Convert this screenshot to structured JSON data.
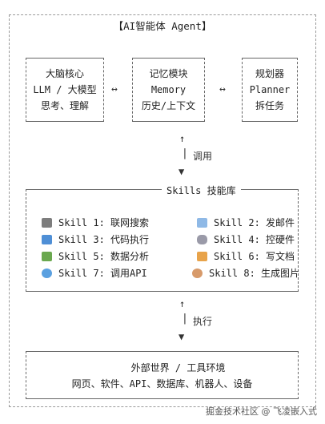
{
  "title": "【AI智能体 Agent】",
  "brain": {
    "lines": [
      "大脑核心",
      "LLM / 大模型",
      "思考、理解"
    ]
  },
  "memory": {
    "lines": [
      "记忆模块",
      "Memory",
      "历史/上下文"
    ]
  },
  "planner": {
    "lines": [
      "规划器",
      "Planner",
      "拆任务"
    ]
  },
  "arrow_lr": "↔",
  "flow1": {
    "up": "↑",
    "label": "调用",
    "down": "▼"
  },
  "skills": {
    "title": "Skills 技能库",
    "items": [
      {
        "label": "Skill 1: 联网搜索",
        "icon": "tools-icon",
        "color": "#7d7d7d"
      },
      {
        "label": "Skill 2: 发邮件",
        "icon": "mail-icon",
        "color": "#8fb9e6"
      },
      {
        "label": "Skill 3: 代码执行",
        "icon": "computer-icon",
        "color": "#4f8fd6"
      },
      {
        "label": "Skill 4: 控硬件",
        "icon": "robot-icon",
        "color": "#9a9aa8"
      },
      {
        "label": "Skill 5: 数据分析",
        "icon": "chart-icon",
        "color": "#6aa84f"
      },
      {
        "label": "Skill 6: 写文档",
        "icon": "memo-icon",
        "color": "#e8a34a"
      },
      {
        "label": "Skill 7: 调用API",
        "icon": "globe-icon",
        "color": "#5aa0e0"
      },
      {
        "label": "Skill 8: 生成图片",
        "icon": "palette-icon",
        "color": "#d79a6a"
      }
    ]
  },
  "flow2": {
    "up": "↑",
    "label": "执行",
    "down": "▼"
  },
  "world": {
    "lines": [
      "外部世界 / 工具环境",
      "网页、软件、API、数据库、机器人、设备"
    ]
  },
  "watermark": "掘金技术社区 @ 飞凌嵌入式"
}
